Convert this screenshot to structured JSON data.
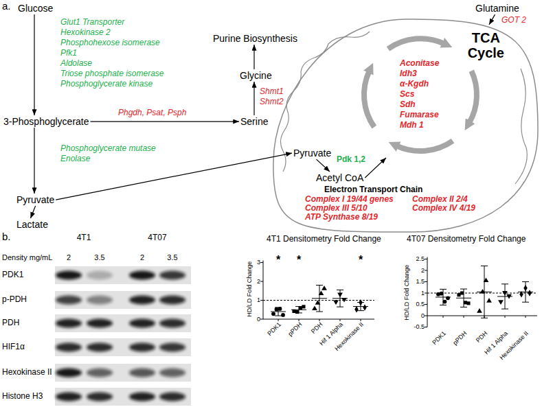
{
  "diagram": {
    "nodes": [
      {
        "text": [
          "Glucose"
        ]
      },
      {
        "text": [
          "3-Phosphoglycerate"
        ]
      },
      {
        "text": [
          "Pyruvate"
        ]
      },
      {
        "text": [
          "Lactate"
        ]
      },
      {
        "text": [
          "Serine"
        ]
      },
      {
        "text": [
          "Glycine"
        ]
      },
      {
        "text": [
          "Purine Biosynthesis"
        ]
      },
      {
        "text": [
          "Glutamine"
        ]
      },
      {
        "text": [
          "Pyruvate"
        ]
      },
      {
        "text": [
          "Acetyl CoA"
        ]
      },
      {
        "text": [
          "TCA Cycle"
        ]
      }
    ],
    "edges": [
      {
        "from": 0,
        "to": 1,
        "arrow": "to"
      },
      {
        "from": 1,
        "to": 4,
        "arrow": "to"
      },
      {
        "from": 4,
        "to": 5,
        "arrow": "to"
      },
      {
        "from": 5,
        "to": 6,
        "arrow": "to"
      },
      {
        "from": 1,
        "to": 2,
        "arrow": "to"
      },
      {
        "from": 2,
        "to": 3,
        "arrow": "to"
      },
      {
        "from": 2,
        "to": 8,
        "arrow": "to"
      },
      {
        "from": 8,
        "to": 9,
        "arrow": "to"
      },
      {
        "from": 9,
        "to": 10,
        "arrow": "to"
      },
      {
        "from": 7,
        "to": 10,
        "arrow": "to"
      }
    ],
    "labels": [
      "a.",
      "Glut1 Transporter",
      "Hexokinase 2",
      "Phosphohexose isomerase",
      "Pfk1",
      "Aldolase",
      "Triose phosphate isomerase",
      "Phosphoglycerate kinase",
      "Phgdh, Psat, Psph",
      "Shmt1",
      "Shmt2",
      "Phosphoglycerate mutase",
      "Enolase",
      "GOT 2",
      "Pdk 1,2",
      "Aconitase",
      "Idh3",
      "α-Kgdh",
      "Scs",
      "Sdh",
      "Fumarase",
      "Mdh 1",
      "Electron Transport Chain",
      "Complex I 19/44 genes",
      "Complex II 2/4",
      "Complex III 5/10",
      "Complex IV 4/19",
      "ATP Synthase 8/19",
      "b.",
      "4T1",
      "4T07",
      "Density mg/mL",
      "2",
      "3.5",
      "2",
      "3.5",
      "PDK1",
      "p-PDH",
      "PDH",
      "HIF1α",
      "Hexokinase II",
      "Histone H3",
      "4T1 Densitometry Fold Change",
      "HD/LD Fold Change",
      "3",
      "2",
      "1",
      "0",
      "*",
      "*",
      "*",
      "PDK1",
      "pPDH",
      "PDH",
      "Hif 1 Alpha",
      "Hexokinase II",
      "4T07 Densitometry Fold Change",
      "HD/LD Fold Change",
      "2.5",
      "2",
      "1.5",
      "1",
      "0.5",
      "0",
      "-0.5",
      "PDK1",
      "pPDH",
      "PDH",
      "Hif 1 Alpha",
      "Hexokinase II"
    ]
  }
}
